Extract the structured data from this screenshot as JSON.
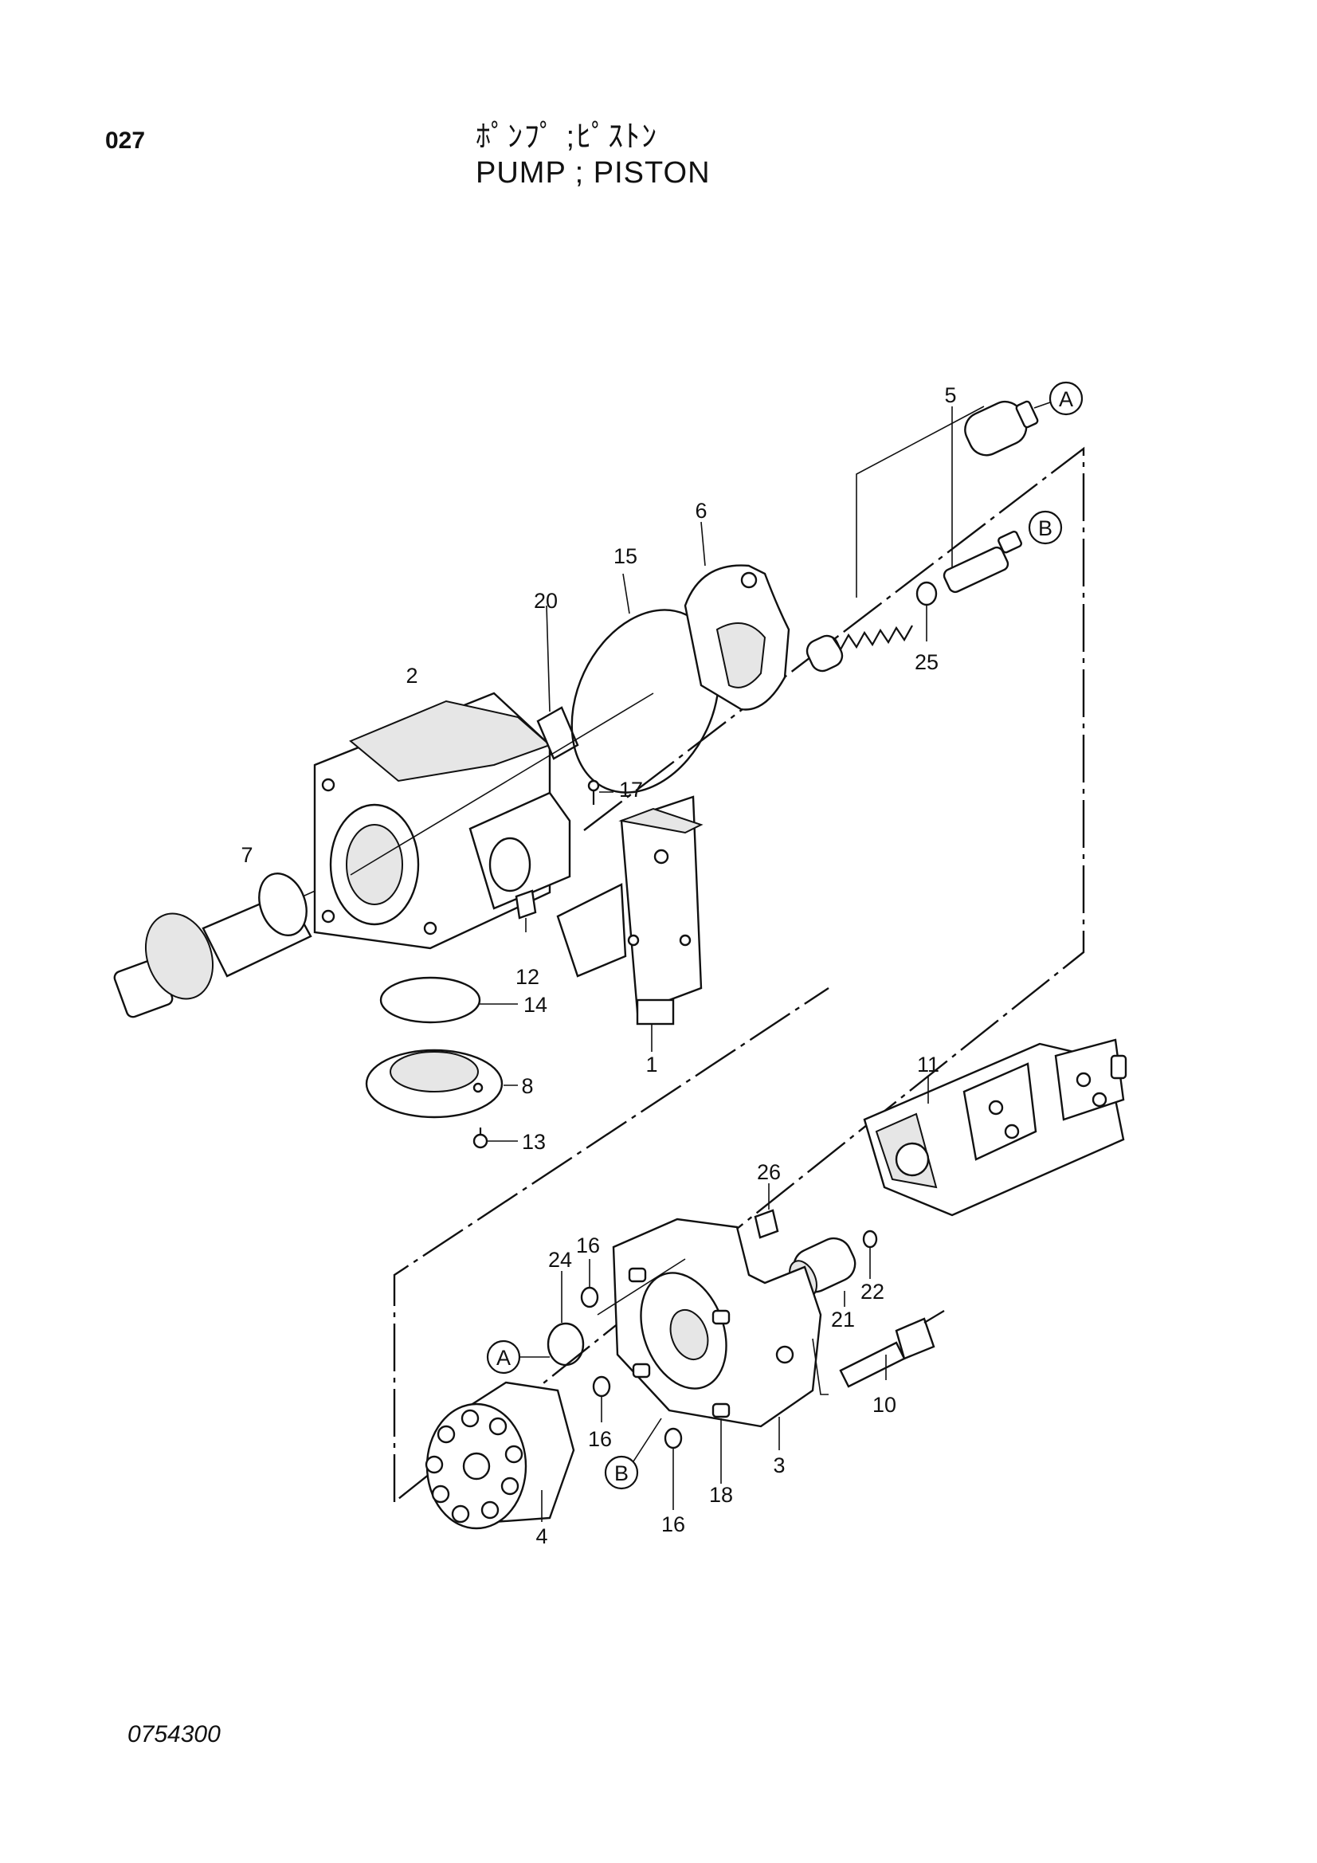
{
  "header": {
    "page_code": "027",
    "title_jp": "ﾎﾟﾝﾌﾟ ;ﾋﾟｽﾄﾝ",
    "title_en": "PUMP  ; PISTON"
  },
  "footer": {
    "diagram_id": "0754300"
  },
  "callouts": {
    "c1": "1",
    "c2": "2",
    "c3": "3",
    "c4": "4",
    "c5": "5",
    "c6": "6",
    "c7": "7",
    "c8": "8",
    "c10": "10",
    "c11": "11",
    "c12": "12",
    "c13": "13",
    "c14": "14",
    "c15": "15",
    "c16a": "16",
    "c16b": "16",
    "c16c": "16",
    "c17": "17",
    "c18": "18",
    "c20": "20",
    "c21": "21",
    "c22": "22",
    "c24": "24",
    "c25": "25",
    "c26": "26"
  },
  "reference_markers": {
    "a_top": "A",
    "b_top": "B",
    "a_bottom": "A",
    "b_bottom": "B"
  }
}
